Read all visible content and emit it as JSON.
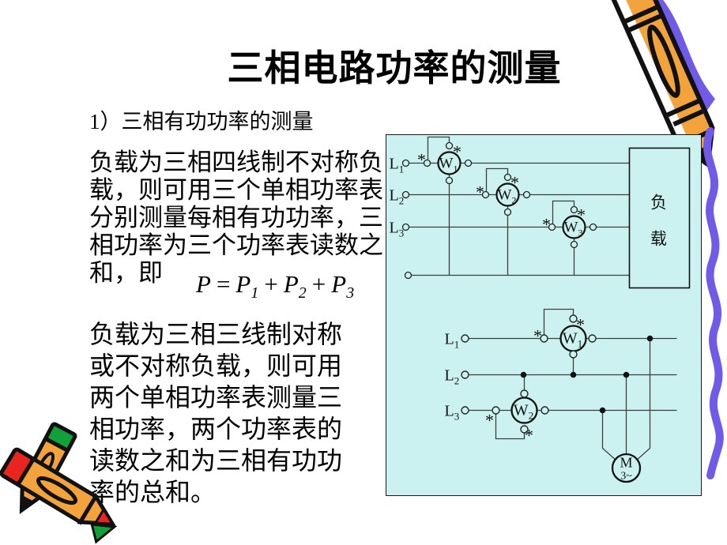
{
  "slide": {
    "title": "三相电路功率的测量",
    "subtitle": "1）三相有功功率的测量",
    "para1_lines": [
      "负载为三相四线制不对称负",
      "载，则可用三个单相功率表",
      "分别测量每相有功功率，三",
      "相功率为三个功率表读数之",
      "和，即"
    ],
    "formula": {
      "var": "P",
      "equals": "=",
      "plus": "+",
      "sub1": "1",
      "sub2": "2",
      "sub3": "3"
    },
    "para2_lines": [
      "负载为三相三线制对称",
      "或不对称负载，则可用",
      "两个单相功率表测量三",
      "相功率，两个功率表的",
      "读数之和为三相有功功",
      "率的总和。"
    ]
  },
  "glyphs": {
    "star": "*"
  },
  "circuit_top": {
    "line_labels": [
      {
        "main": "L",
        "sub": "1"
      },
      {
        "main": "L",
        "sub": "2"
      },
      {
        "main": "L",
        "sub": "3"
      }
    ],
    "meter_labels": [
      {
        "main": "W",
        "sub": "1"
      },
      {
        "main": "W",
        "sub": "2"
      },
      {
        "main": "W",
        "sub": "3"
      }
    ],
    "load_chars": [
      "负",
      "载"
    ]
  },
  "circuit_bottom": {
    "line_labels": [
      {
        "main": "L",
        "sub": "1"
      },
      {
        "main": "L",
        "sub": "2"
      },
      {
        "main": "L",
        "sub": "3"
      }
    ],
    "meter_labels": [
      {
        "main": "W",
        "sub": "1"
      },
      {
        "main": "W",
        "sub": "2"
      }
    ],
    "motor": {
      "line1": "M",
      "line2": "3~"
    }
  },
  "colors": {
    "panel_bg": "#cbf2f0",
    "wire": "#3e3e3e",
    "device_stroke": "#111111",
    "squiggle_purple": "#6f5be8",
    "crayon_orange": "#f2a33c",
    "crayon_red": "#e8251f",
    "crayon_green": "#12a03a"
  }
}
